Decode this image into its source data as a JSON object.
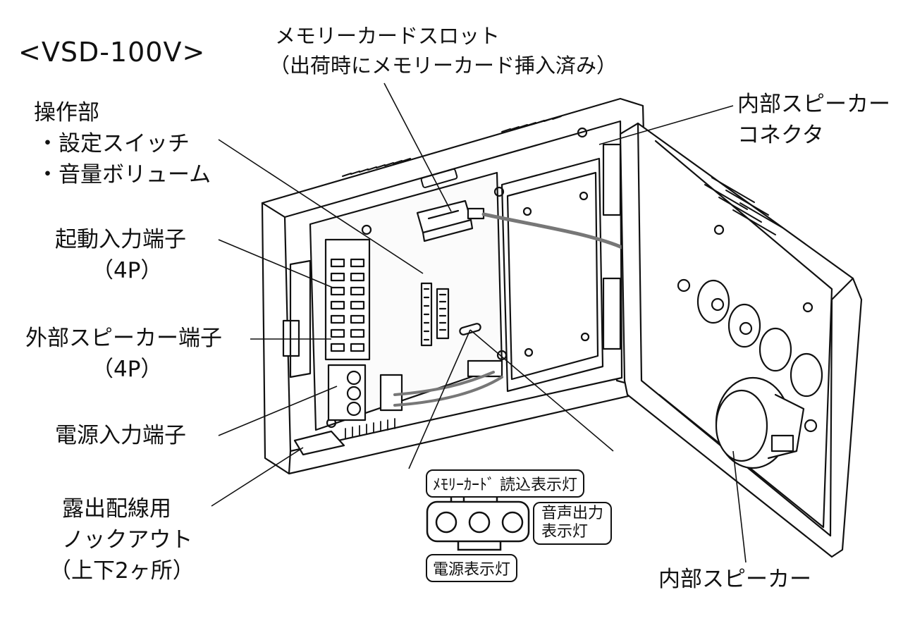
{
  "title": "<VSD-100V>",
  "labels": {
    "memory_card_slot": "メモリーカードスロット",
    "memory_card_slot_note": "（出荷時にメモリーカード挿入済み）",
    "control_section": "操作部",
    "setting_switch": "・設定スイッチ",
    "volume": "・音量ボリューム",
    "internal_speaker_connector_1": "内部スピーカー",
    "internal_speaker_connector_2": "コネクタ",
    "trigger_input_terminal": "起動入力端子",
    "trigger_input_pins": "（4P）",
    "external_speaker_terminal": "外部スピーカー端子",
    "external_speaker_pins": "（4P）",
    "power_input_terminal": "電源入力端子",
    "knockout_1": "露出配線用",
    "knockout_2": "ノックアウト",
    "knockout_3": "（上下2ヶ所）",
    "internal_speaker": "内部スピーカー",
    "memory_card_read_lamp": "ﾒﾓﾘｰｶｰﾄﾞ 読込表示灯",
    "audio_output_lamp_1": "音声出力",
    "audio_output_lamp_2": "表示灯",
    "power_lamp": "電源表示灯"
  }
}
